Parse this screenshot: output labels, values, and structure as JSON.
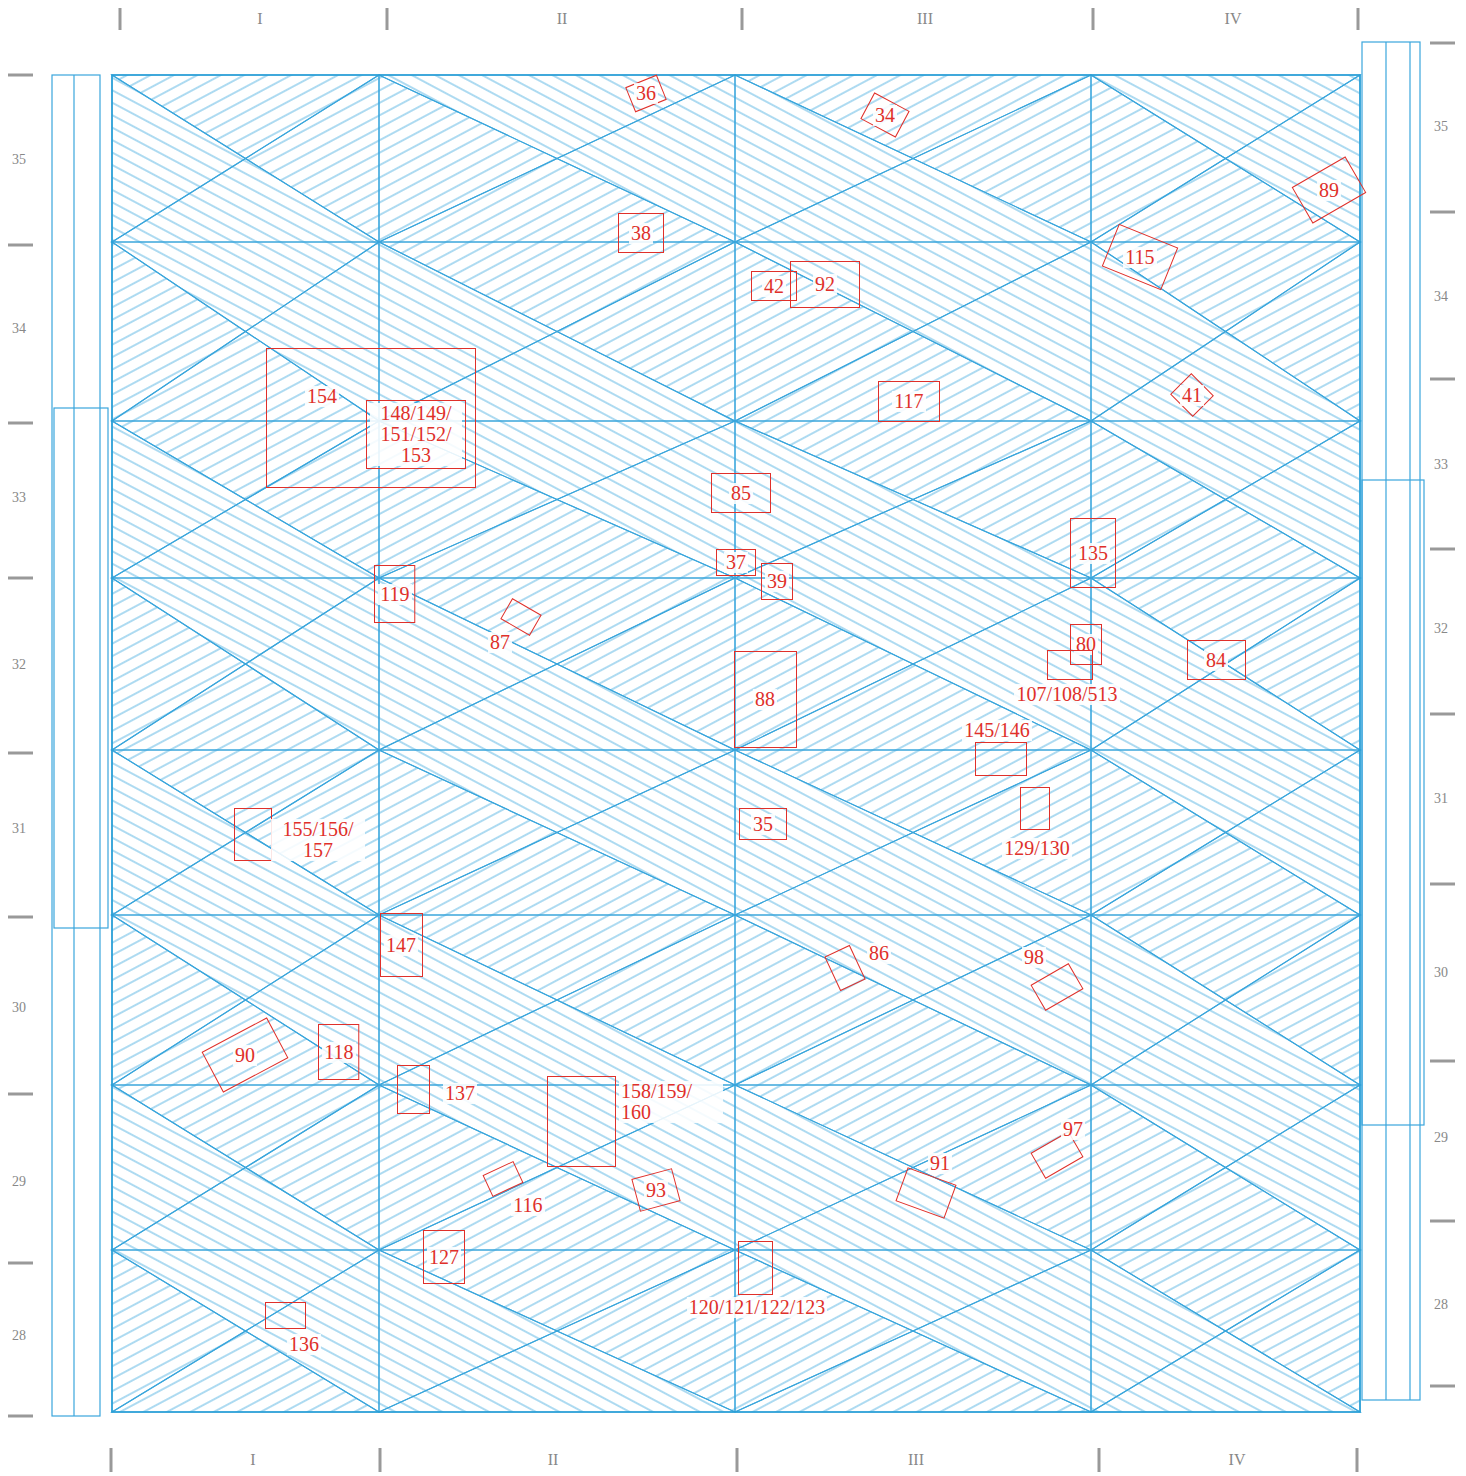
{
  "diagram": {
    "nodes": [
      {
        "text": [
          "36"
        ]
      },
      {
        "text": [
          "34"
        ]
      },
      {
        "text": [
          "89"
        ]
      },
      {
        "text": [
          "38"
        ]
      },
      {
        "text": [
          "42"
        ]
      },
      {
        "text": [
          "92"
        ]
      },
      {
        "text": [
          "115"
        ]
      },
      {
        "text": [
          "154"
        ]
      },
      {
        "text": [
          "148/149/ 151/152/ 153"
        ],
        "in": 7
      },
      {
        "text": [
          "117"
        ]
      },
      {
        "text": [
          "41"
        ]
      },
      {
        "text": [
          "85"
        ]
      },
      {
        "text": [
          "135"
        ]
      },
      {
        "text": [
          "37"
        ]
      },
      {
        "text": [
          "39"
        ]
      },
      {
        "text": [
          "119"
        ]
      },
      {
        "text": [
          "87"
        ]
      },
      {
        "text": [
          "80"
        ]
      },
      {
        "text": [
          "84"
        ]
      },
      {
        "text": [
          "107/108/513"
        ]
      },
      {
        "text": [
          "88"
        ]
      },
      {
        "text": [
          "145/146"
        ]
      },
      {
        "text": [
          "155/156/ 157"
        ]
      },
      {
        "text": [
          "35"
        ]
      },
      {
        "text": [
          "129/130"
        ]
      },
      {
        "text": [
          "147"
        ]
      },
      {
        "text": [
          "86"
        ]
      },
      {
        "text": [
          "98"
        ]
      },
      {
        "text": [
          "90"
        ]
      },
      {
        "text": [
          "118"
        ]
      },
      {
        "text": [
          "137"
        ]
      },
      {
        "text": [
          "158/159/ 160"
        ]
      },
      {
        "text": [
          "97"
        ]
      },
      {
        "text": [
          "116"
        ]
      },
      {
        "text": [
          "93"
        ]
      },
      {
        "text": [
          "91"
        ]
      },
      {
        "text": [
          "127"
        ]
      },
      {
        "text": [
          "120/121/122/123"
        ]
      },
      {
        "text": [
          "136"
        ]
      }
    ],
    "labels": [
      "I",
      "II",
      "III",
      "IV",
      "I",
      "II",
      "III",
      "IV",
      "35",
      "34",
      "33",
      "32",
      "31",
      "30",
      "29",
      "28",
      "35",
      "34",
      "33",
      "32",
      "31",
      "30",
      "29",
      "28"
    ]
  }
}
